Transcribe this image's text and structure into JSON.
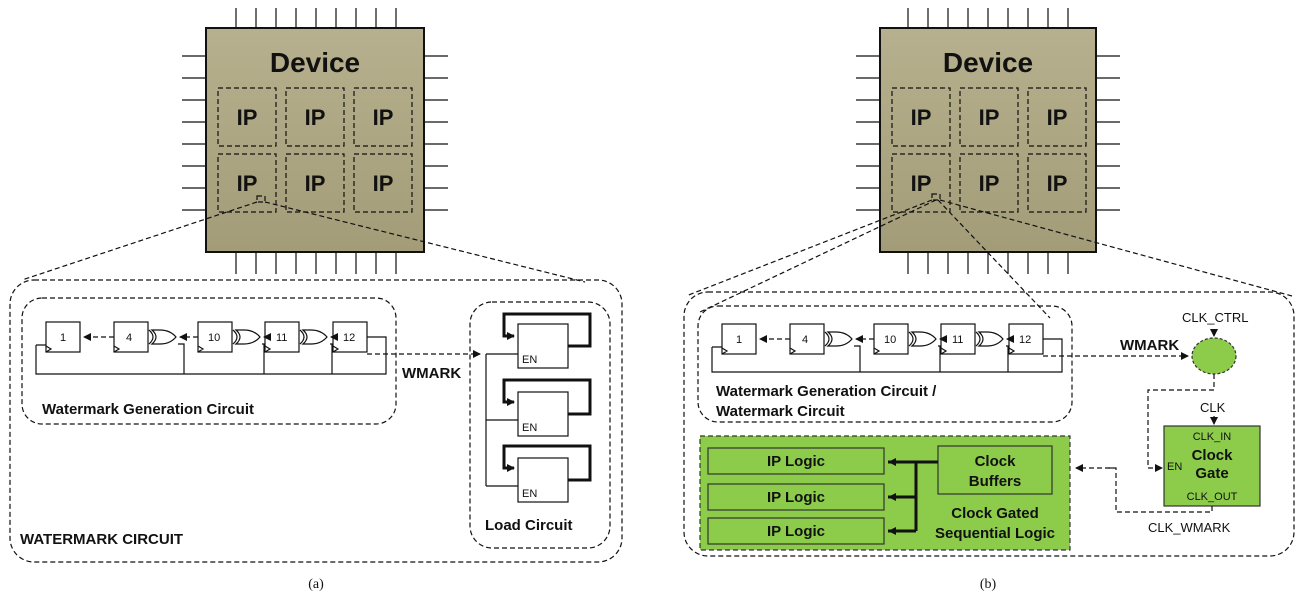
{
  "colors": {
    "device_fill": "#b5ad8a",
    "green": "#8ccc4a",
    "text": "#111111"
  },
  "panel_a": {
    "device_title": "Device",
    "ip_label": "IP",
    "stage_numbers": [
      "1",
      "4",
      "10",
      "11",
      "12"
    ],
    "wgc_label": "Watermark Generation Circuit",
    "wmark_label": "WMARK",
    "en_label": "EN",
    "load_label": "Load Circuit",
    "outer_label": "WATERMARK CIRCUIT",
    "caption": "(a)"
  },
  "panel_b": {
    "device_title": "Device",
    "ip_label": "IP",
    "stage_numbers": [
      "1",
      "4",
      "10",
      "11",
      "12"
    ],
    "wgc_label_1": "Watermark Generation Circuit /",
    "wgc_label_2": "Watermark Circuit",
    "wmark_label": "WMARK",
    "clk_ctrl": "CLK_CTRL",
    "clk": "CLK",
    "clk_in": "CLK_IN",
    "gate_1": "Clock",
    "gate_2": "Gate",
    "en_label": "EN",
    "clk_out": "CLK_OUT",
    "clk_wmark": "CLK_WMARK",
    "ip_logic": [
      "IP Logic",
      "IP Logic",
      "IP Logic"
    ],
    "buffers_1": "Clock",
    "buffers_2": "Buffers",
    "gated_1": "Clock Gated",
    "gated_2": "Sequential Logic",
    "caption": "(b)"
  }
}
